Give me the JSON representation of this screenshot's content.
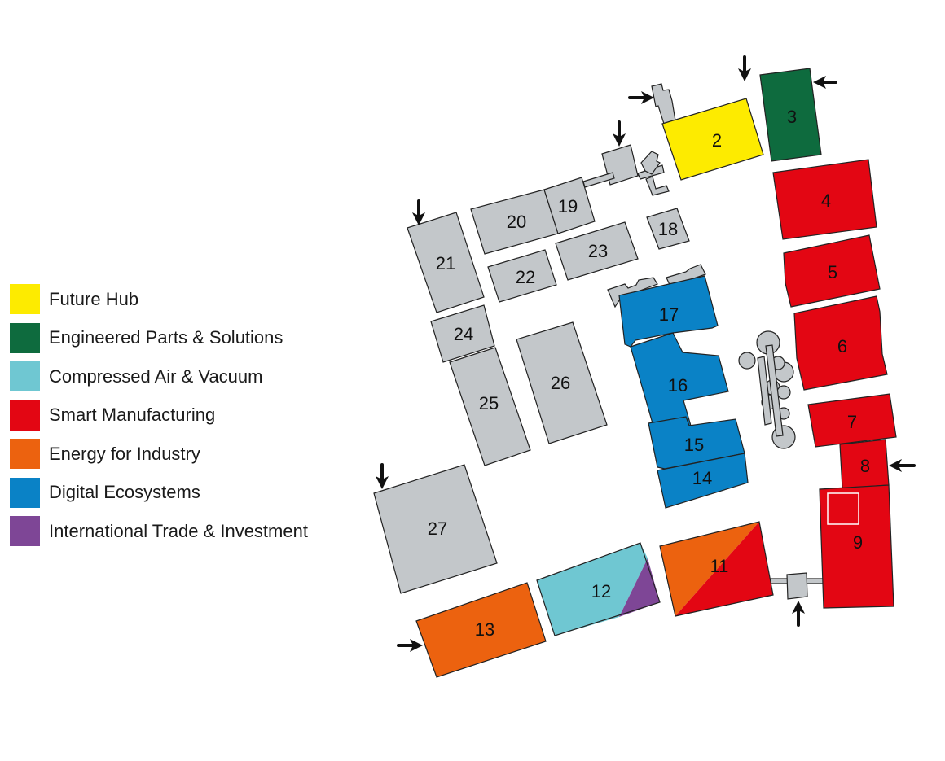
{
  "legend": {
    "items": [
      {
        "label": "Future Hub",
        "color": "#FDEB00"
      },
      {
        "label": "Engineered Parts & Solutions",
        "color": "#0E6B3E"
      },
      {
        "label": "Compressed Air & Vacuum",
        "color": "#6FC7D2"
      },
      {
        "label": "Smart Manufacturing",
        "color": "#E30613"
      },
      {
        "label": "Energy for Industry",
        "color": "#EC620F"
      },
      {
        "label": "Digital Ecosystems",
        "color": "#0A82C6"
      },
      {
        "label": "International Trade & Investment",
        "color": "#7E4696"
      }
    ]
  },
  "halls": {
    "h2": "2",
    "h3": "3",
    "h4": "4",
    "h5": "5",
    "h6": "6",
    "h7": "7",
    "h8": "8",
    "h9": "9",
    "h11": "11",
    "h12": "12",
    "h13": "13",
    "h14": "14",
    "h15": "15",
    "h16": "16",
    "h17": "17",
    "h18": "18",
    "h19": "19",
    "h20": "20",
    "h21": "21",
    "h22": "22",
    "h23": "23",
    "h24": "24",
    "h25": "25",
    "h26": "26",
    "h27": "27"
  },
  "colors": {
    "other_buildings": "#C3C7CA"
  }
}
